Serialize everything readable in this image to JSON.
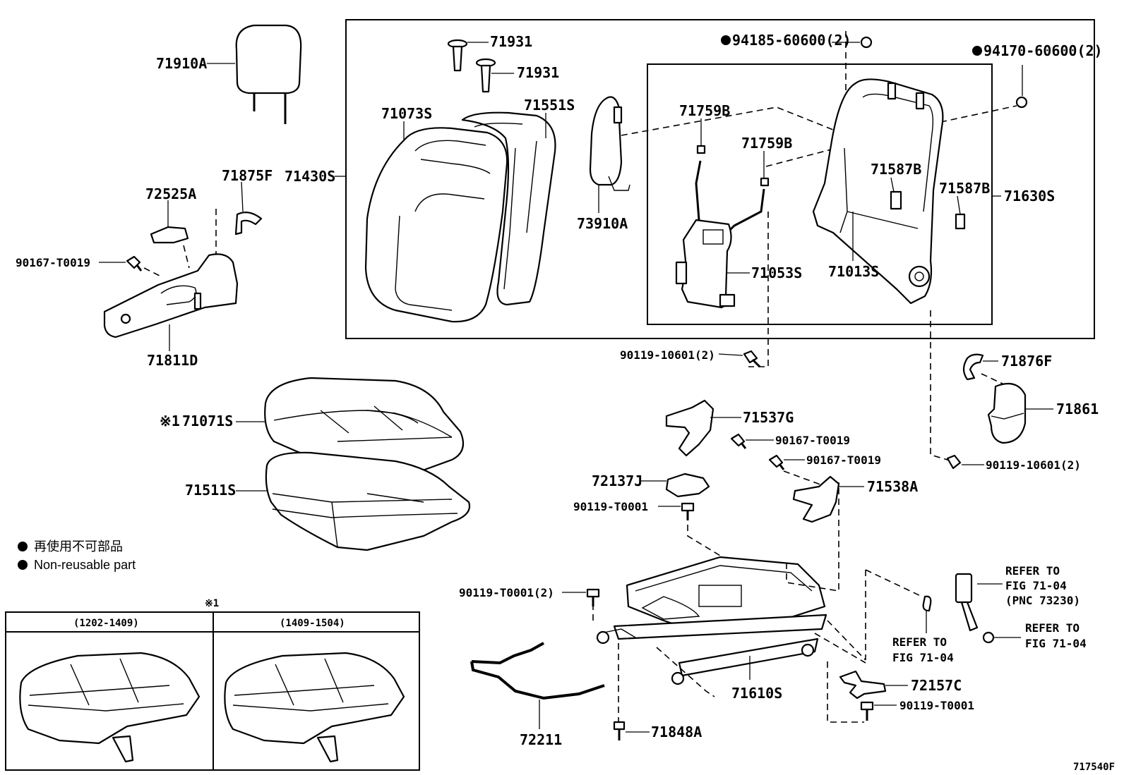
{
  "parts": {
    "headrest": "71910A",
    "pin1": "71931",
    "pin2": "71931",
    "back_cover": "71073S",
    "back_pad": "71551S",
    "back_assembly": "71430S",
    "shield_upper": "73910A",
    "nut_top": "94185-60600(2)",
    "nut_right": "94170-60600(2)",
    "wire_a": "71759B",
    "wire_b": "71759B",
    "clip_a": "71587B",
    "clip_b": "71587B",
    "frame": "71630S",
    "lumbar": "71053S",
    "frame_sub": "71013S",
    "bolt_back": "90119-10601(2)",
    "knob_cover": "72525A",
    "cap_875f": "71875F",
    "screw_side": "90167-T0019",
    "side_shield": "71811D",
    "cushion_cover": "71071S",
    "cushion_cover_mark": "※1",
    "cushion_pad": "71511S",
    "cap_876f": "71876F",
    "knob_861": "71861",
    "cover_537g": "71537G",
    "screw_a": "90167-T0019",
    "screw_b": "90167-T0019",
    "bolt_right": "90119-10601(2)",
    "bracket_137j": "72137J",
    "cover_538a": "71538A",
    "bolt_t0001_a": "90119-T0001",
    "bolt_t0001_2": "90119-T0001(2)",
    "adjuster": "71610S",
    "cable": "72211",
    "bolt_848a": "71848A",
    "bracket_157c": "72157C",
    "bolt_t0001_b": "90119-T0001",
    "refer_belt_line1": "REFER TO",
    "refer_belt_line2": "FIG 71-04",
    "refer_belt_line3": "(PNC 73230)",
    "refer_mid_line1": "REFER TO",
    "refer_mid_line2": "FIG 71-04",
    "refer_nut_line1": "REFER TO",
    "refer_nut_line2": "FIG 71-04"
  },
  "legend": {
    "jp": "再使用不可部品",
    "en": "Non-reusable part"
  },
  "variants": {
    "mark": "※1",
    "col1": "(1202-1409)",
    "col2": "(1409-1504)"
  },
  "figure_code": "717540F"
}
